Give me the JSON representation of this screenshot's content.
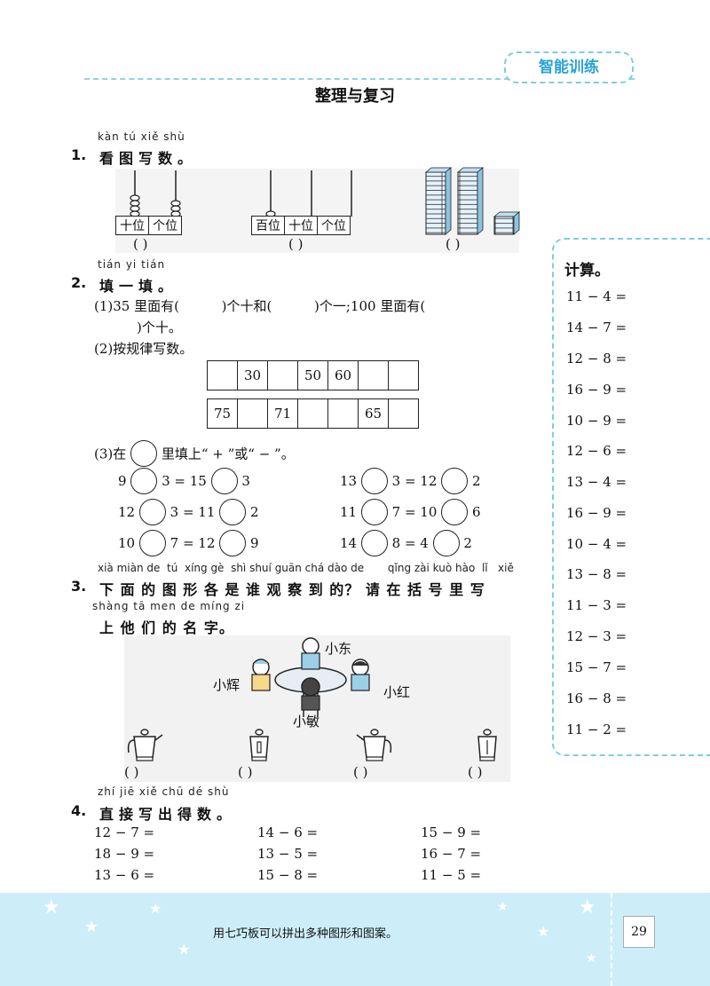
{
  "header": {
    "badge": "智能训练",
    "title": "整理与复习"
  },
  "q1": {
    "pinyin": "kàn  tú  xiě  shù",
    "number": "1.",
    "text": "看图写数。",
    "abacus1_labels": [
      "十位",
      "个位"
    ],
    "abacus2_labels": [
      "百位",
      "十位",
      "个位"
    ],
    "paren": "(       )"
  },
  "q2": {
    "pinyin": "tián  yi  tián",
    "number": "2.",
    "text": "填一填。",
    "p1_line1": "(1)35 里面有(          )个十和(          )个一;100 里面有(",
    "p1_line2": ")个十。",
    "p2": "(2)按规律写数。",
    "row1": [
      "",
      "30",
      "",
      "50",
      "60",
      "",
      ""
    ],
    "row2": [
      "75",
      "",
      "71",
      "",
      "",
      "65",
      ""
    ],
    "p3_pre": "(3)在",
    "p3_post": "里填上“ + ”或“ − ”。",
    "eqs": [
      [
        "9",
        "3 = 15",
        "3"
      ],
      [
        "13",
        "3 = 12",
        "2"
      ],
      [
        "12",
        "3 = 11",
        "2"
      ],
      [
        "11",
        "7 = 10",
        "6"
      ],
      [
        "10",
        "7 = 12",
        "9"
      ],
      [
        "14",
        "8 = 4",
        "2"
      ]
    ]
  },
  "q3": {
    "pinyin1": "xià miàn de  tú  xíng gè  shì shuí guān chá dào de       qǐng zài kuò hào  lǐ   xiě",
    "number": "3.",
    "line1": "下 面 的 图 形 各 是 谁 观 察 到 的？ 请 在 括 号 里 写",
    "pinyin2": "shàng tā men de míng zi",
    "line2": "上 他 们 的 名 字。",
    "names": [
      "小东",
      "小辉",
      "小红",
      "小敏"
    ],
    "paren": "(       )"
  },
  "q4": {
    "pinyin": "zhí  jiē  xiě  chū  dé  shù",
    "number": "4.",
    "text": "直接写出得数。",
    "items": [
      "12 − 7 =",
      "14 − 6 =",
      "15 − 9 =",
      "18 − 9 =",
      "13 − 5 =",
      "16 − 7 =",
      "13 − 6 =",
      "15 − 8 =",
      "11 − 5 ="
    ]
  },
  "side": {
    "title": "计算。",
    "items": [
      "11 − 4 =",
      "14 − 7 =",
      "12 − 8 =",
      "16 − 9 =",
      "10 − 9 =",
      "12 − 6 =",
      "13 − 4 =",
      "16 − 9 =",
      "10 − 4 =",
      "13 − 8 =",
      "11 − 3 =",
      "12 − 3 =",
      "15 − 7 =",
      "16 − 8 =",
      "11 − 2 ="
    ]
  },
  "footer": {
    "text": "用七巧板可以拼出多种图形和图案。",
    "page": "29"
  }
}
